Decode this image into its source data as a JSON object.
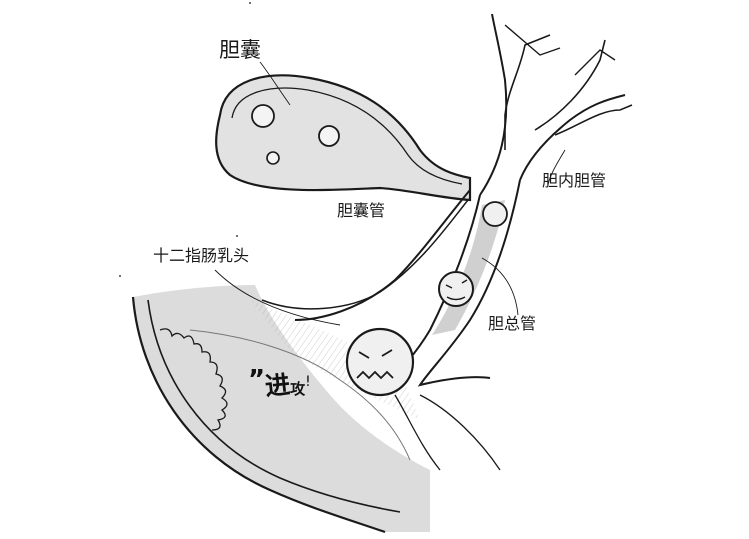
{
  "labels": {
    "gallbladder": "胆囊",
    "intrahepatic_duct": "胆内胆管",
    "cystic_duct": "胆囊管",
    "duodenal_papilla": "十二指肠乳头",
    "common_bile_duct": "胆总管"
  },
  "attack": {
    "quote": "”",
    "char1": "进",
    "char2": "攻",
    "bang": "!"
  },
  "colors": {
    "ink": "#1a1a1a",
    "shade": "#d6d6d6",
    "shade_dark": "#bdbdbd",
    "paper": "#ffffff"
  }
}
